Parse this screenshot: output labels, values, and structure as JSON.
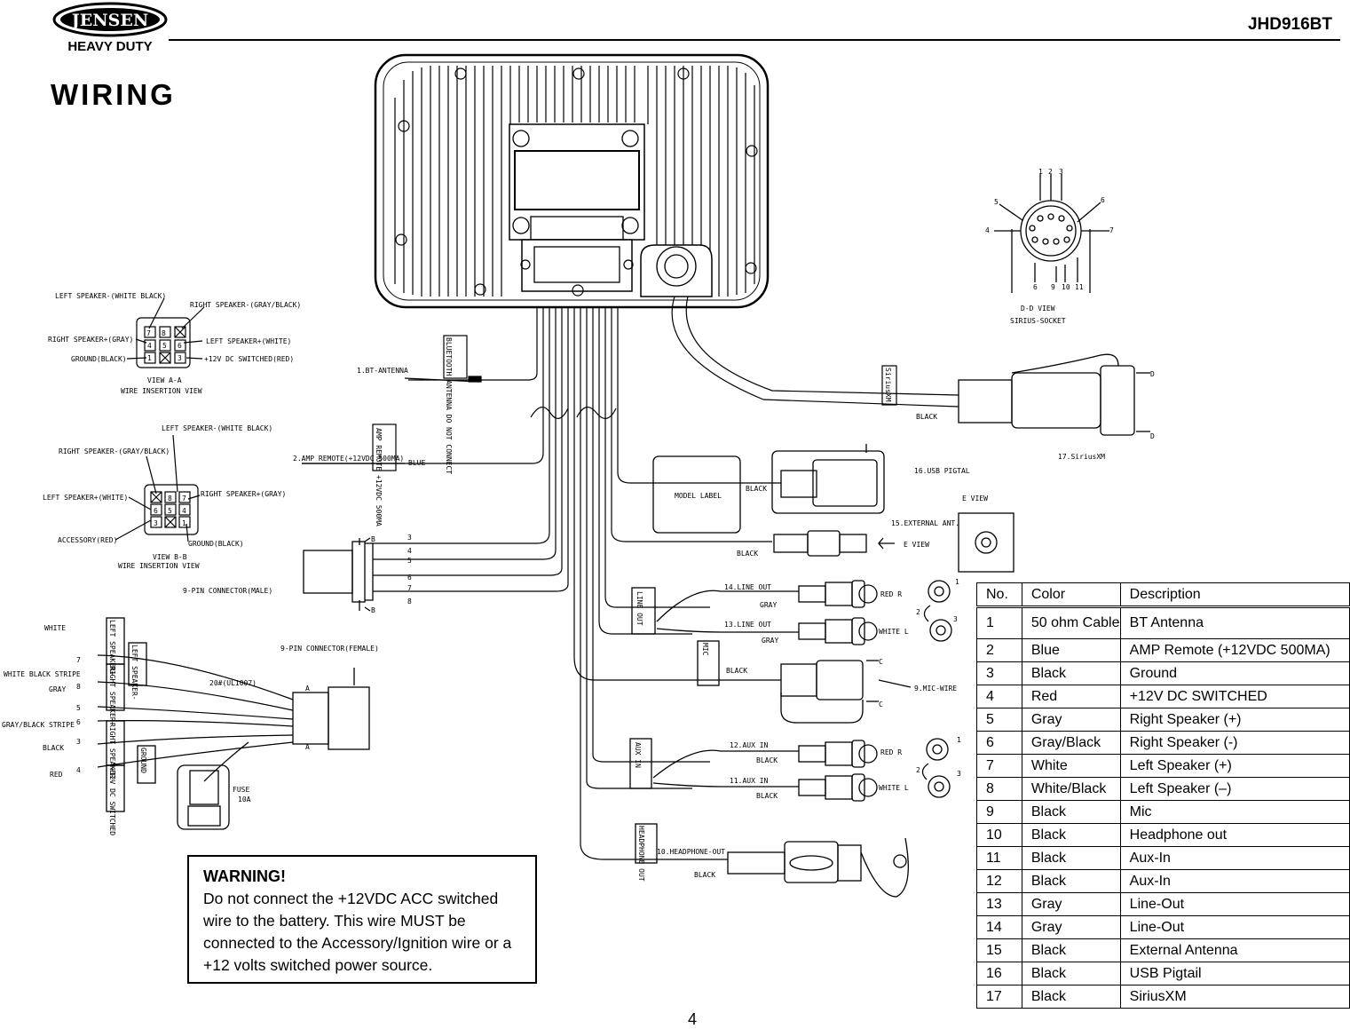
{
  "header": {
    "model": "JHD916BT",
    "brand_top": "JENSEN",
    "brand_bottom": "HEAVY DUTY"
  },
  "page_title": "WIRING",
  "page_number": "4",
  "warning": {
    "title": "WARNING!",
    "body": "Do not connect the +12VDC ACC switched wire to the battery. This wire MUST be connected to the Accessory/Ignition wire or a +12 volts switched power source."
  },
  "table": {
    "headers": [
      "No.",
      "Color",
      "Description"
    ],
    "rows": [
      [
        "1",
        "50 ohm Cable",
        "BT Antenna"
      ],
      [
        "2",
        "Blue",
        "AMP Remote (+12VDC 500MA)"
      ],
      [
        "3",
        "Black",
        "Ground"
      ],
      [
        "4",
        "Red",
        "+12V DC SWITCHED"
      ],
      [
        "5",
        "Gray",
        "Right Speaker (+)"
      ],
      [
        "6",
        "Gray/Black",
        "Right Speaker (-)"
      ],
      [
        "7",
        "White",
        "Left Speaker (+)"
      ],
      [
        "8",
        "White/Black",
        "Left Speaker (–)"
      ],
      [
        "9",
        "Black",
        "Mic"
      ],
      [
        "10",
        "Black",
        "Headphone out"
      ],
      [
        "11",
        "Black",
        "Aux-In"
      ],
      [
        "12",
        "Black",
        "Aux-In"
      ],
      [
        "13",
        "Gray",
        "Line-Out"
      ],
      [
        "14",
        "Gray",
        "Line-Out"
      ],
      [
        "15",
        "Black",
        "External Antenna"
      ],
      [
        "16",
        "Black",
        "USB Pigtail"
      ],
      [
        "17",
        "Black",
        "SiriusXM"
      ]
    ]
  },
  "labels": {
    "view_a": {
      "left_spk_neg": "LEFT SPEAKER-(WHITE BLACK)",
      "right_spk_neg": "RIGHT SPEAKER-(GRAY/BLACK)",
      "right_spk_pos": "RIGHT SPEAKER+(GRAY)",
      "left_spk_pos": "LEFT SPEAKER+(WHITE)",
      "ground": "GROUND(BLACK)",
      "switched": "+12V DC SWITCHED(RED)",
      "view": "VIEW A-A",
      "insertion": "WIRE INSERTION VIEW",
      "pins": [
        "7",
        "8",
        "4",
        "5",
        "6",
        "1",
        "3"
      ]
    },
    "view_b": {
      "left_spk_neg": "LEFT SPEAKER-(WHITE BLACK)",
      "right_spk_neg": "RIGHT SPEAKER-(GRAY/BLACK)",
      "left_spk_pos": "LEFT SPEAKER+(WHITE)",
      "right_spk_pos": "RIGHT SPEAKER+(GRAY)",
      "accessory": "ACCESSORY(RED)",
      "ground": "GROUND(BLACK)",
      "view": "VIEW B-B",
      "insertion": "WIRE INSERTION VIEW",
      "pins": [
        "8",
        "7",
        "6",
        "5",
        "4",
        "3",
        "1"
      ]
    },
    "bt_antenna": "1.BT-ANTENNA",
    "bt_tag": "BLUETOOTH ANTENNA DO NOT CONNECT",
    "amp_remote": "2.AMP REMOTE(+12VDC 500MA)",
    "amp_tag": "AMP REMOTE +12VDC 500MA",
    "blue": "BLUE",
    "nine_pin_male": "9-PIN  CONNECTOR(MALE)",
    "nine_pin_female": "9-PIN CONNECTOR(FEMALE)",
    "b_marker": "B",
    "a_marker": "A",
    "male_pins": [
      "3",
      "4",
      "5",
      "6",
      "7",
      "8"
    ],
    "awg": "20#(UL1007)",
    "fuse": "FUSE",
    "fuse_rating": "10A",
    "wire_colors": {
      "white": "WHITE",
      "white_black": "WHITE BLACK STRIPE",
      "gray": "GRAY",
      "gray_black": "GRAY/BLACK STRIPE",
      "black": "BLACK",
      "red": "RED"
    },
    "wire_numbers": [
      "7",
      "8",
      "5",
      "6",
      "3",
      "4"
    ],
    "harness_tags": [
      "LEFT SPEAKER+",
      "LEFT SPEAKER-",
      "RIGHT SPEAKER+",
      "RIGHT SPEAKER-",
      "GROUND",
      "+12V DC SWITCHED"
    ],
    "siriusxm": "17.SiriusXM",
    "sirius_tag": "SiriusXM",
    "black": "BLACK",
    "d_marker": "D",
    "dd_view": "D-D VIEW",
    "sirius_socket": "SIRIUS-SOCKET",
    "socket_pins": [
      "1",
      "2",
      "3",
      "5",
      "6",
      "4",
      "7",
      "6",
      "9",
      "10",
      "11"
    ],
    "model_label": "MODEL LABEL",
    "usb_pigtail": "16.USB PIGTAL",
    "ext_ant": "15.EXTERNAL  ANT.",
    "e_view": "E VIEW",
    "line_out_14": "14.LINE OUT",
    "line_out_13": "13.LINE OUT",
    "gray": "GRAY",
    "line_out_tag": "LINE OUT",
    "red_r": "RED  R",
    "white_l": "WHITE  L",
    "mic_tag": "MIC",
    "mic_wire": "9.MIC-WIRE",
    "c_marker": "C",
    "aux_12": "12.AUX  IN",
    "aux_11": "11.AUX  IN",
    "aux_tag": "AUX IN",
    "headphone": "10.HEADPHONE-OUT",
    "headphone_tag": "HEADPHONE OUT",
    "rca_pins": [
      "1",
      "2",
      "3"
    ]
  }
}
